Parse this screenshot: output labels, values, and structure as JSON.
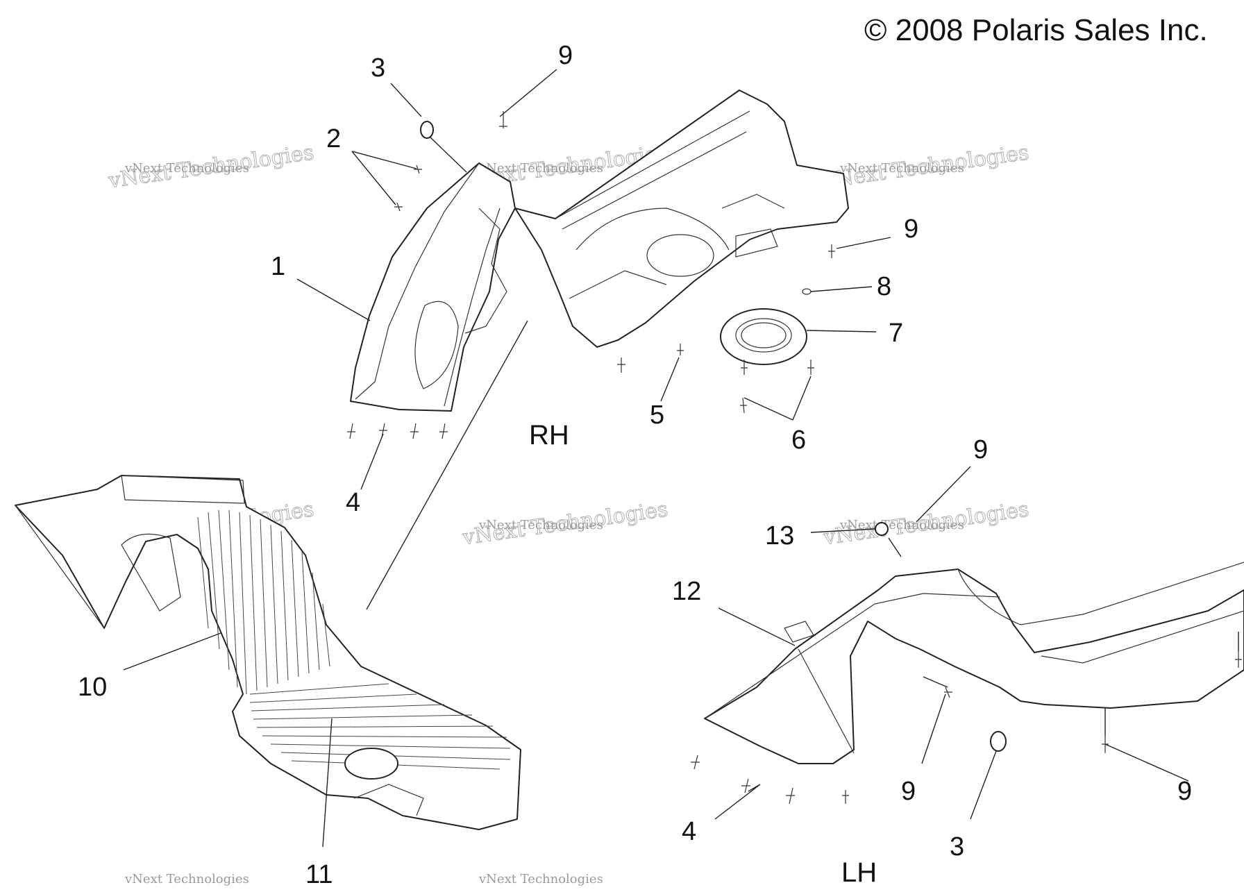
{
  "copyright": "© 2008 Polaris Sales Inc.",
  "side_labels": {
    "rh": "RH",
    "lh": "LH"
  },
  "watermark": {
    "line1": "vNext Technologies",
    "line2": "vNext Technologies"
  },
  "callouts": {
    "rh": [
      "1",
      "2",
      "3",
      "4",
      "5",
      "6",
      "7",
      "8",
      "9",
      "9"
    ],
    "lower_left": [
      "10",
      "11"
    ],
    "lh": [
      "3",
      "4",
      "9",
      "9",
      "9",
      "12",
      "13"
    ]
  },
  "colors": {
    "line": "#222222",
    "watermark": "#9a9a9a",
    "background": "#ffffff"
  }
}
